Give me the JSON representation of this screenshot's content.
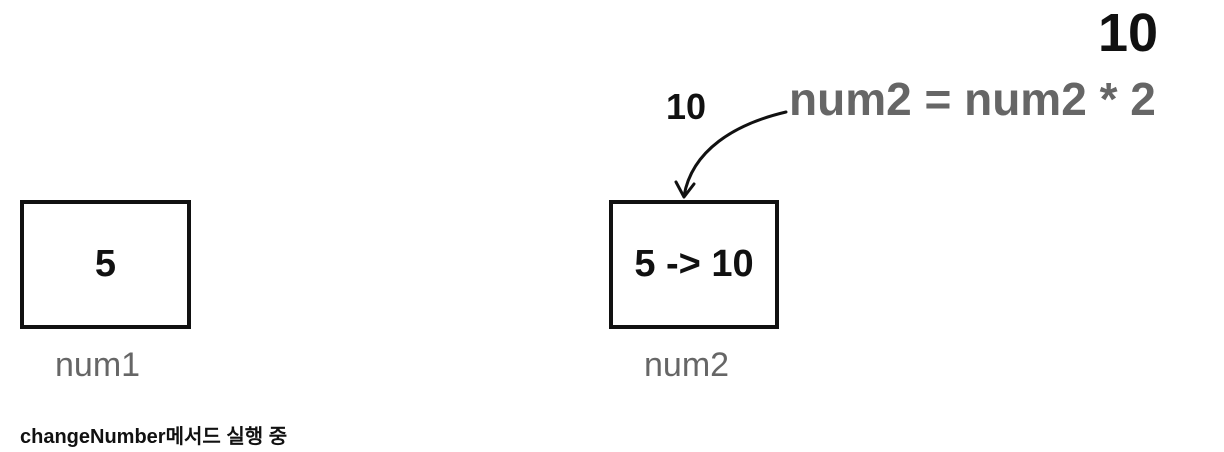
{
  "boxes": {
    "num1": {
      "value": "5",
      "label": "num1"
    },
    "num2": {
      "value": "5 -> 10",
      "label": "num2"
    }
  },
  "expression": {
    "result": "10",
    "code": "num2 = num2 * 2",
    "arrow_value": "10"
  },
  "caption": "changeNumber메서드 실행 중"
}
